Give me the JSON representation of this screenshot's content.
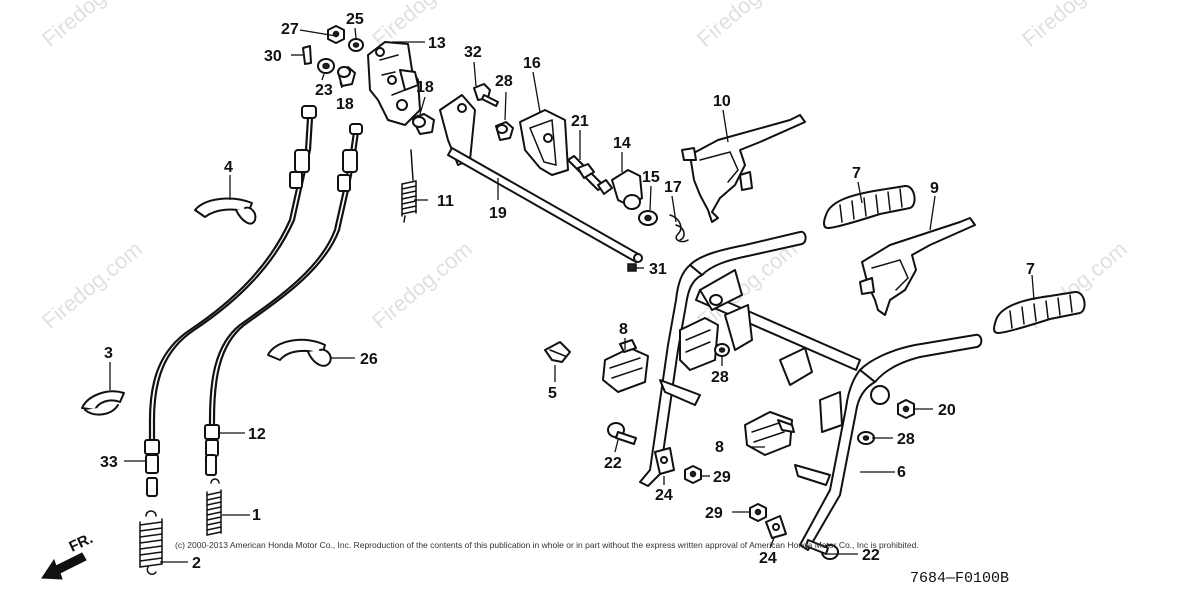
{
  "callouts": {
    "c1": "1",
    "c2": "2",
    "c3": "3",
    "c4": "4",
    "c5": "5",
    "c6": "6",
    "c7a": "7",
    "c7b": "7",
    "c8a": "8",
    "c8b": "8",
    "c9": "9",
    "c10": "10",
    "c11": "11",
    "c12": "12",
    "c13": "13",
    "c14": "14",
    "c15": "15",
    "c16": "16",
    "c17": "17",
    "c18a": "18",
    "c18b": "18",
    "c19": "19",
    "c20": "20",
    "c21": "21",
    "c22a": "22",
    "c22b": "22",
    "c23": "23",
    "c24a": "24",
    "c24b": "24",
    "c25": "25",
    "c26": "26",
    "c27": "27",
    "c28a": "28",
    "c28b": "28",
    "c28c": "28",
    "c29a": "29",
    "c29b": "29",
    "c30": "30",
    "c31": "31",
    "c32": "32",
    "c33": "33"
  },
  "watermark_text": "Firedog.com",
  "copyright": "(c) 2000-2013 American Honda Motor Co., Inc. Reproduction of the contents of this publication in whole or in part without the express written approval of American Honda Motor Co., Inc is prohibited.",
  "diagram_code": "7684—F0100B",
  "direction_label": "FR."
}
